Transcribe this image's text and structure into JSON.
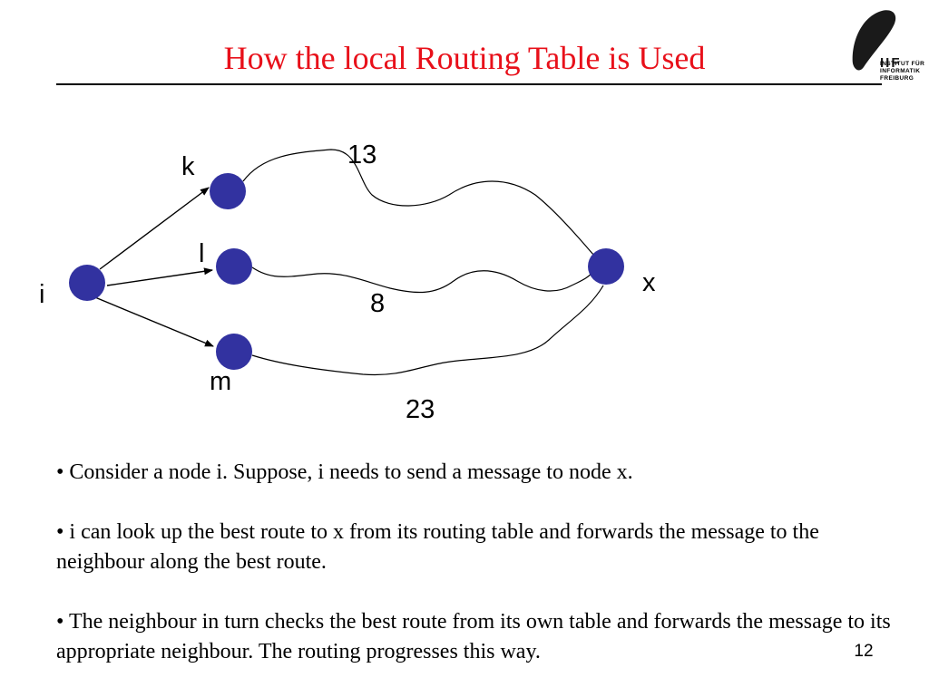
{
  "slide": {
    "title": "How the local Routing Table is Used",
    "page_number": "12"
  },
  "logo": {
    "text": "IIF",
    "lines": [
      "INSTITUT FÜR",
      "INFORMATIK",
      "FREIBURG"
    ]
  },
  "colors": {
    "title": "#e8101a",
    "node_fill": "#3232a0",
    "rule": "#000000"
  },
  "diagram": {
    "nodes": [
      {
        "id": "i",
        "label": "i"
      },
      {
        "id": "k",
        "label": "k"
      },
      {
        "id": "l",
        "label": "l"
      },
      {
        "id": "m",
        "label": "m"
      },
      {
        "id": "x",
        "label": "x"
      }
    ],
    "edges": [
      {
        "from": "i",
        "to": "k",
        "type": "arrow"
      },
      {
        "from": "i",
        "to": "l",
        "type": "arrow"
      },
      {
        "from": "i",
        "to": "m",
        "type": "arrow"
      },
      {
        "from": "k",
        "to": "x",
        "type": "path",
        "weight": "13"
      },
      {
        "from": "l",
        "to": "x",
        "type": "path",
        "weight": "8"
      },
      {
        "from": "m",
        "to": "x",
        "type": "path",
        "weight": "23"
      }
    ]
  },
  "bullets": [
    "• Consider a node i. Suppose, i needs to send a message to node x.",
    "• i can look up the best route to x from its routing table and forwards the message to the neighbour along the best route.",
    "• The neighbour in turn checks the best route from its own table and forwards the message to its appropriate neighbour. The routing progresses this way."
  ]
}
